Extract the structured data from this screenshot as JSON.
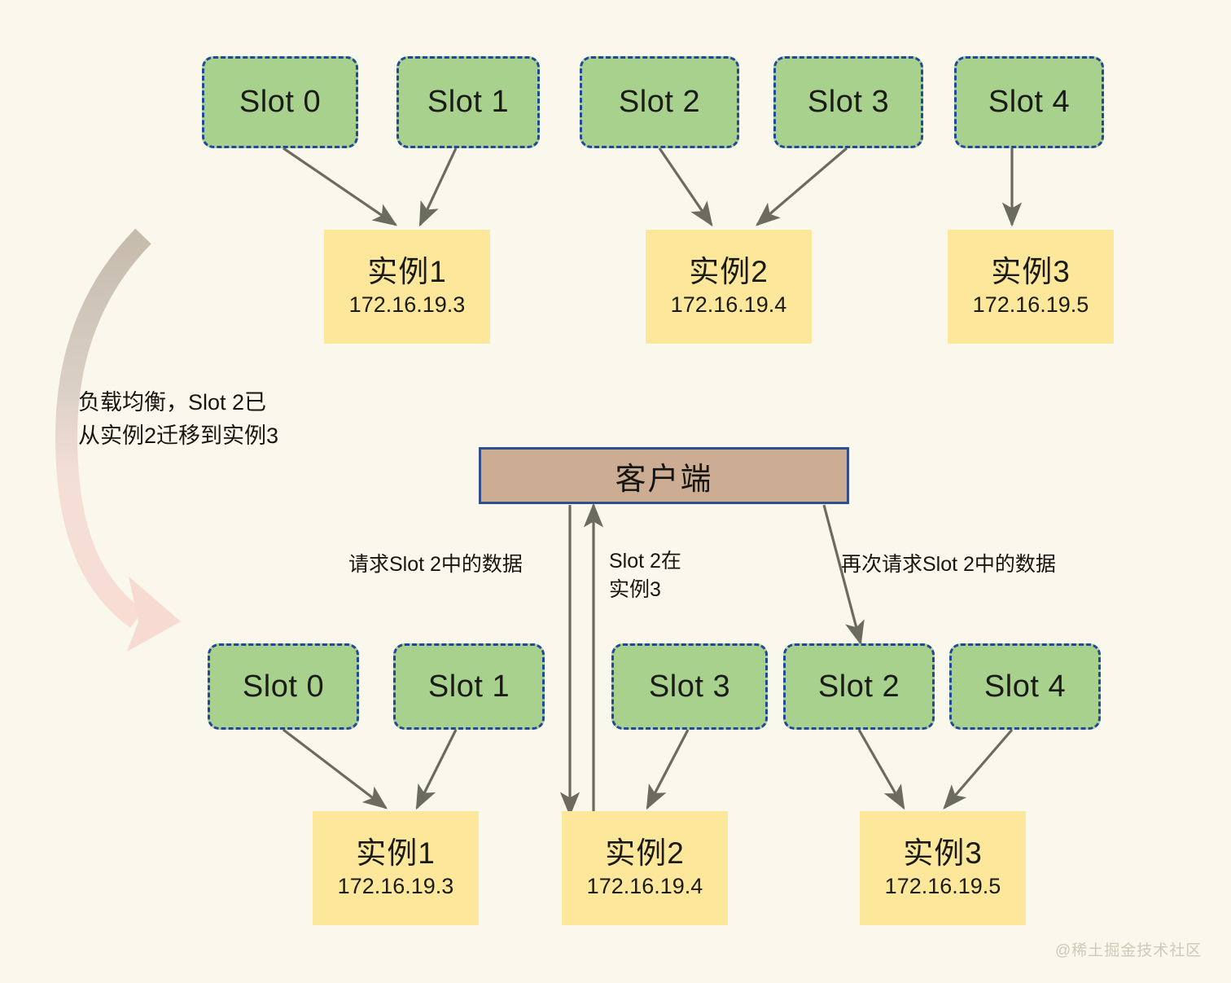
{
  "diagram": {
    "background_color": "#faf7ec",
    "title_watermark": "@稀土掘金技术社区",
    "colors": {
      "slot_fill": "#a9d18e",
      "slot_border": "#23479a",
      "instance_fill": "#fde79a",
      "client_fill": "#ccac93",
      "client_border": "#2f4f8f",
      "arrow": "#6b6b5e",
      "curve_top": "#c8bdb0",
      "curve_bottom": "#f7dbd2"
    },
    "top_row": {
      "slots": [
        {
          "label": "Slot 0"
        },
        {
          "label": "Slot 1"
        },
        {
          "label": "Slot 2"
        },
        {
          "label": "Slot 3"
        },
        {
          "label": "Slot 4"
        }
      ],
      "instances": [
        {
          "name": "实例1",
          "ip": "172.16.19.3"
        },
        {
          "name": "实例2",
          "ip": "172.16.19.4"
        },
        {
          "name": "实例3",
          "ip": "172.16.19.5"
        }
      ]
    },
    "bottom_row": {
      "slots": [
        {
          "label": "Slot 0"
        },
        {
          "label": "Slot 1"
        },
        {
          "label": "Slot 3"
        },
        {
          "label": "Slot 2"
        },
        {
          "label": "Slot 4"
        }
      ],
      "instances": [
        {
          "name": "实例1",
          "ip": "172.16.19.3"
        },
        {
          "name": "实例2",
          "ip": "172.16.19.4"
        },
        {
          "name": "实例3",
          "ip": "172.16.19.5"
        }
      ]
    },
    "client": {
      "label": "客户端"
    },
    "notes": {
      "migration": "负载均衡，Slot 2已\n从实例2迁移到实例3"
    },
    "edge_labels": {
      "request_slot2": "请求Slot 2中的数据",
      "slot2_location": "Slot 2在\n实例3",
      "request_again": "再次请求Slot 2中的数据"
    }
  }
}
